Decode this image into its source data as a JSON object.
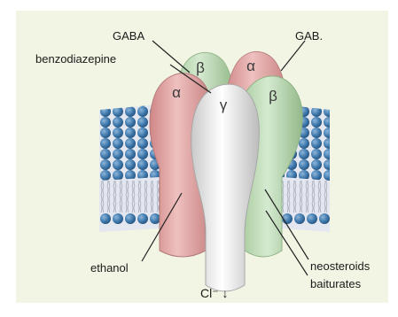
{
  "labels": {
    "gaba_left": "GABA",
    "gaba_right": "GAB.",
    "benzodiazepine": "benzodiazepine",
    "ethanol": "ethanol",
    "neosteroids": "neosteroids",
    "barbiturates": "baiturates",
    "chloride": "Cl⁻ ↓"
  },
  "subunits": {
    "alpha_back": "α",
    "beta_back": "β",
    "alpha_front": "α",
    "gamma": "γ",
    "beta_front": "β"
  },
  "colors": {
    "background": "#f2f5e4",
    "alpha_fill": "#e6aaa9",
    "beta_fill": "#bedaaf",
    "gamma_fill": "#f1f1f1",
    "lipid_head": "#3f79ad",
    "text": "#1a1a1a"
  }
}
